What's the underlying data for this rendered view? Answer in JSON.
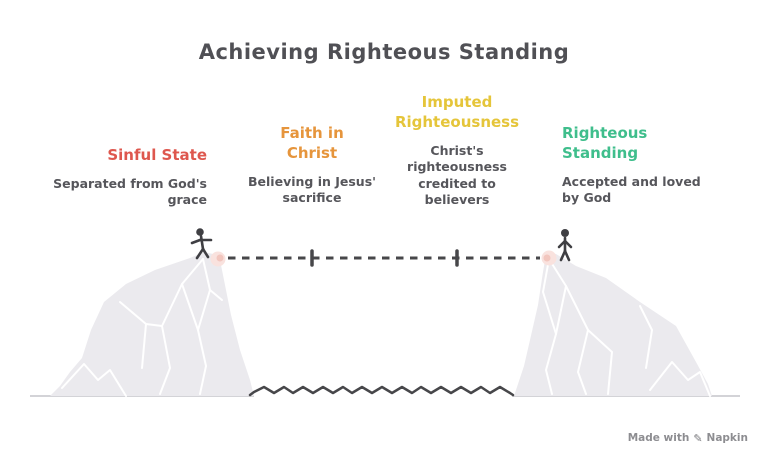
{
  "title": "Achieving Righteous Standing",
  "stages": [
    {
      "name": "Sinful State",
      "description": "Separated from God's grace",
      "color": "#DE574E"
    },
    {
      "name": "Faith in Christ",
      "description": "Believing in Jesus' sacrifice",
      "color": "#E6953C"
    },
    {
      "name": "Imputed Righteousness",
      "description": "Christ's righteousness credited to believers",
      "color": "#E5C53A"
    },
    {
      "name": "Righteous Standing",
      "description": "Accepted and loved by God",
      "color": "#3FBE8C"
    }
  ],
  "watermark": {
    "prefix": "Made with",
    "brand": "Napkin",
    "icon": "✎"
  },
  "colors": {
    "heading_text": "#505055",
    "body_text": "#56565B",
    "line_and_figures": "#454549",
    "cliff_fill": "#EBEAEE",
    "cliff_facets": "#FFFFFF",
    "marker_fill": "#F9E2DE",
    "marker_accent": "#F2C6BE",
    "ground_line": "#D3D3D7",
    "watermark_text": "#8D8D91"
  }
}
